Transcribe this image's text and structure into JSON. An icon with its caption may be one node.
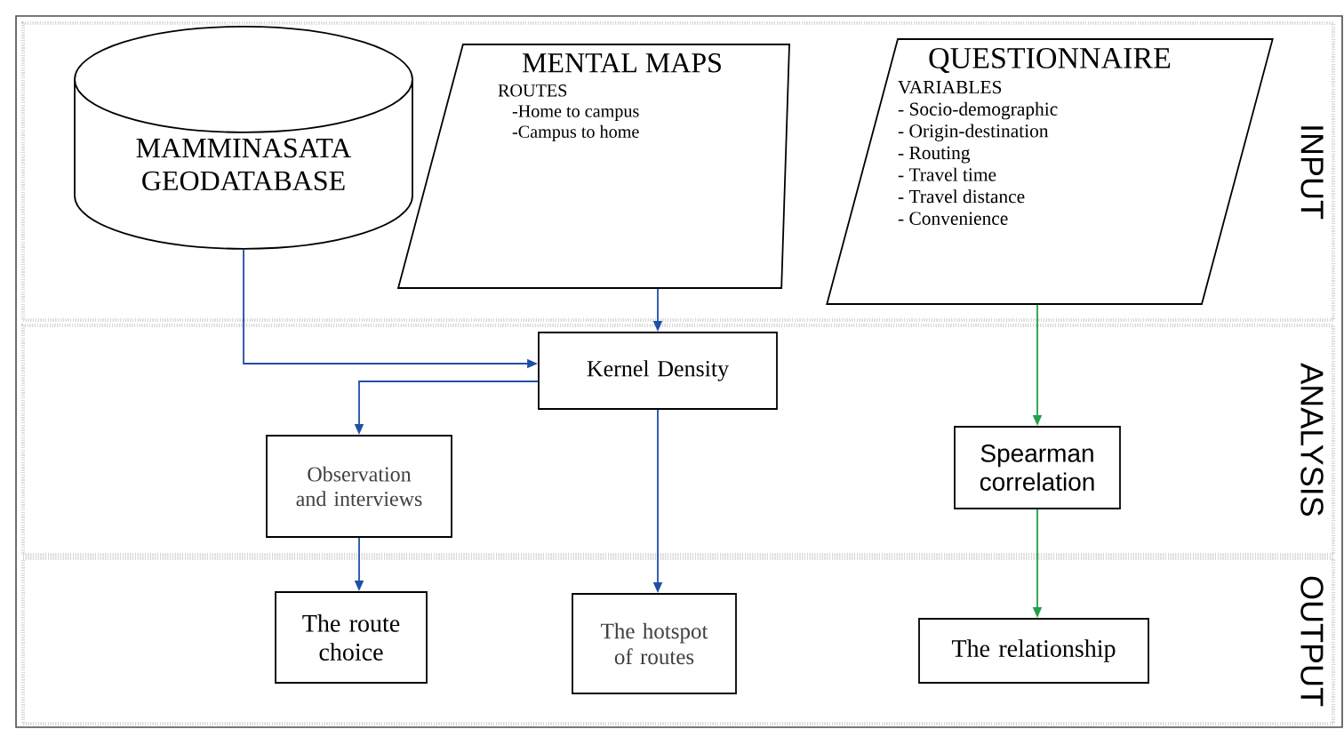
{
  "diagram": {
    "nodes": [
      {
        "text": [
          "INPUT"
        ]
      },
      {
        "text": [
          "MAMMINASATA GEODATABASE"
        ],
        "in": 0
      },
      {
        "text": [
          "MENTAL MAPS",
          "ROUTES",
          "-Home to campus",
          "-Campus to home"
        ],
        "in": 0
      },
      {
        "text": [
          "QUESTIONNAIRE",
          "VARIABLES",
          "- Socio-demographic",
          "- Origin-destination",
          "- Routing",
          "- Travel time",
          "- Travel distance",
          "- Convenience"
        ],
        "in": 0
      },
      {
        "text": [
          "ANALYSIS"
        ]
      },
      {
        "text": [
          "Kernel Density"
        ],
        "in": 4
      },
      {
        "text": [
          "Observation and interviews"
        ],
        "in": 4
      },
      {
        "text": [
          "Spearman correlation"
        ],
        "in": 4
      },
      {
        "text": [
          "OUTPUT"
        ]
      },
      {
        "text": [
          "The route choice"
        ],
        "in": 8
      },
      {
        "text": [
          "The hotspot of routes"
        ],
        "in": 8
      },
      {
        "text": [
          "The relationship"
        ],
        "in": 8
      }
    ],
    "edges": [
      {
        "from": 1,
        "to": 5,
        "arrow": "to"
      },
      {
        "from": 2,
        "to": 5,
        "arrow": "to"
      },
      {
        "from": 5,
        "to": 6,
        "arrow": "to"
      },
      {
        "from": 6,
        "to": 9,
        "arrow": "to"
      },
      {
        "from": 5,
        "to": 10,
        "arrow": "to"
      },
      {
        "from": 3,
        "to": 7,
        "arrow": "to",
        "color": "#22a045"
      },
      {
        "from": 7,
        "to": 11,
        "arrow": "to",
        "color": "#22a045"
      }
    ]
  }
}
